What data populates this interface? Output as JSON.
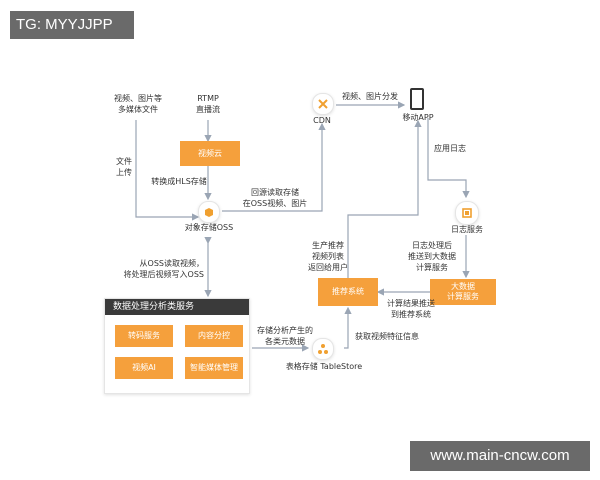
{
  "watermarks": {
    "top_left": "TG: MYYJJPP",
    "bottom_right": "www.main-cncw.com"
  },
  "diagram": {
    "media_files": "视频、图片等\n多媒体文件",
    "rtmp": "RTMP\n直播流",
    "video_cloud": "视频云",
    "convert_hls": "转换成HLS存储",
    "file_upload": "文件\n上传",
    "oss": "对象存储OSS",
    "origin_pull": "回源读取存储\n在OSS视频、图片",
    "cdn": "CDN",
    "distribute": "视频、图片分发",
    "mobile_app": "移动APP",
    "app_log": "应用日志",
    "log_service": "日志服务",
    "read_oss": "从OSS读取视频，\n将处理后视频写入OSS",
    "processing_title": "数据处理分析类服务",
    "transcoding": "转码服务",
    "content_moderation": "内容分控",
    "video_ai": "视频AI",
    "media_management": "智能媒体管理",
    "recommend_list": "生产推荐\n视频列表\n返回给用户",
    "recommend_system": "推荐系统",
    "log_processed": "日志处理后\n推送到大数据\n计算服务",
    "bigdata": "大数据\n计算服务",
    "compute_result": "计算结果推送\n到推荐系统",
    "store_metadata": "存储分析产生的\n各类元数据",
    "tablestore": "表格存储 TableStore",
    "get_features": "获取视频特征信息"
  },
  "colors": {
    "orange": "#f5a03c",
    "arrow": "#9aa5b4",
    "icon": "#f0a030"
  }
}
